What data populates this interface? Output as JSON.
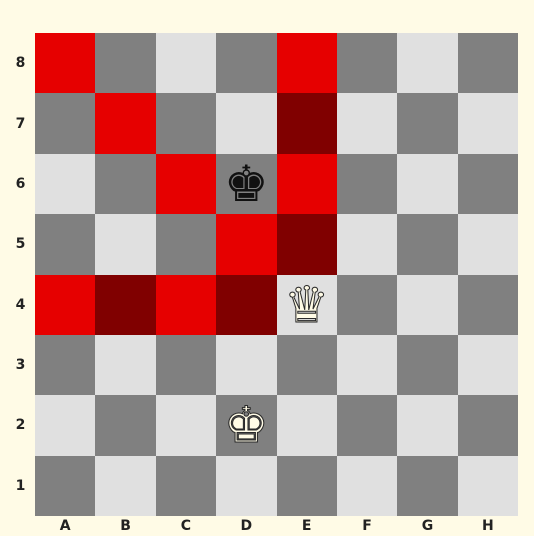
{
  "board": {
    "files": [
      "A",
      "B",
      "C",
      "D",
      "E",
      "F",
      "G",
      "H"
    ],
    "ranks": [
      "8",
      "7",
      "6",
      "5",
      "4",
      "3",
      "2",
      "1"
    ],
    "colors": {
      "light": "#e0e0e0",
      "dark": "#808080",
      "highlight": "#e60000",
      "highlight_dark": "#800000"
    },
    "highlights": {
      "A8": "highlight",
      "E8": "highlight",
      "B7": "highlight",
      "E7": "highlight_dark",
      "C6": "highlight",
      "E6": "highlight",
      "D5": "highlight",
      "E5": "highlight_dark",
      "A4": "highlight",
      "B4": "highlight_dark",
      "C4": "highlight",
      "D4": "highlight_dark"
    },
    "pieces": [
      {
        "square": "D6",
        "type": "king",
        "color": "black",
        "glyph": "♚",
        "icon": "black-king-icon"
      },
      {
        "square": "E4",
        "type": "queen",
        "color": "white",
        "glyph": "♛",
        "icon": "white-queen-icon"
      },
      {
        "square": "D2",
        "type": "king",
        "color": "white",
        "glyph": "♚",
        "icon": "white-king-icon"
      }
    ]
  }
}
